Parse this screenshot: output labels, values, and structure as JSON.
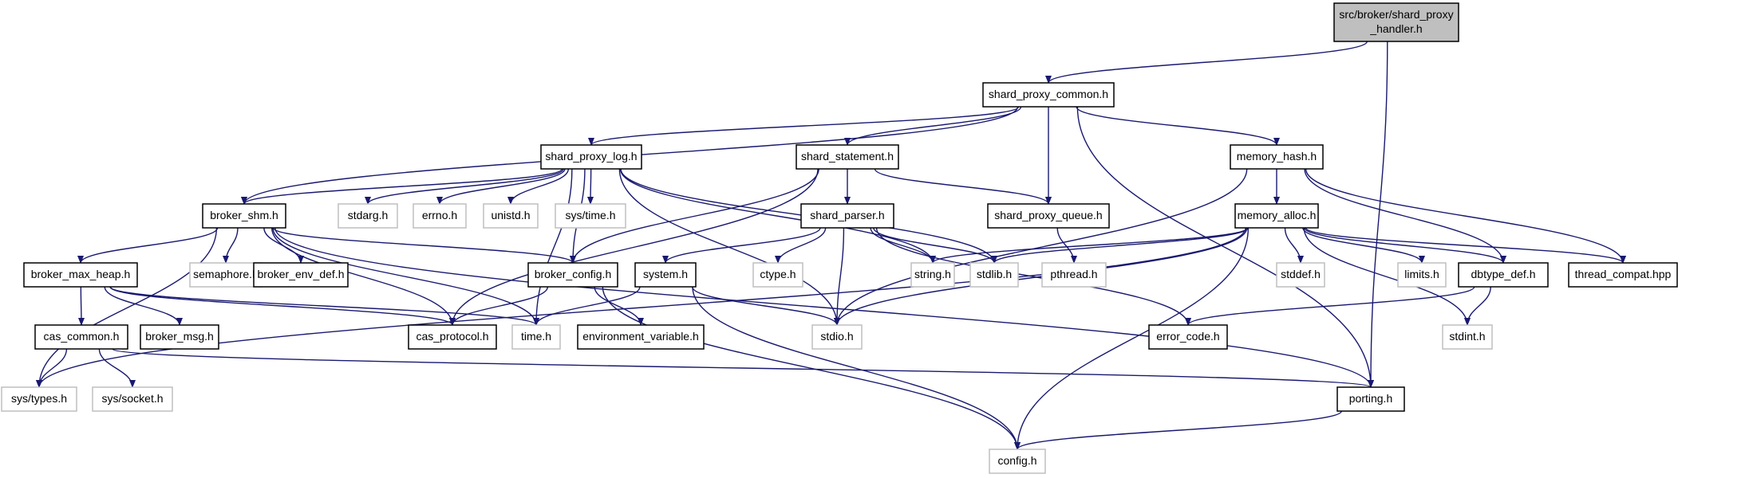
{
  "colors": {
    "edge": "#191970",
    "node_fill": "#ffffff",
    "node_stroke": "#000000",
    "system_node_stroke": "#bfbfbf",
    "root_fill": "#bfbfbf",
    "text": "#000000"
  },
  "nodes": [
    {
      "id": "root",
      "lines": [
        "src/broker/shard_proxy",
        "_handler.h"
      ],
      "kind": "root"
    },
    {
      "id": "shard_proxy_common",
      "lines": [
        "shard_proxy_common.h"
      ],
      "kind": "local"
    },
    {
      "id": "shard_proxy_log",
      "lines": [
        "shard_proxy_log.h"
      ],
      "kind": "local"
    },
    {
      "id": "shard_statement",
      "lines": [
        "shard_statement.h"
      ],
      "kind": "local"
    },
    {
      "id": "memory_hash",
      "lines": [
        "memory_hash.h"
      ],
      "kind": "local"
    },
    {
      "id": "broker_shm",
      "lines": [
        "broker_shm.h"
      ],
      "kind": "local"
    },
    {
      "id": "stdarg",
      "lines": [
        "stdarg.h"
      ],
      "kind": "system"
    },
    {
      "id": "errno",
      "lines": [
        "errno.h"
      ],
      "kind": "system"
    },
    {
      "id": "unistd",
      "lines": [
        "unistd.h"
      ],
      "kind": "system"
    },
    {
      "id": "sys_time",
      "lines": [
        "sys/time.h"
      ],
      "kind": "system"
    },
    {
      "id": "shard_parser",
      "lines": [
        "shard_parser.h"
      ],
      "kind": "local"
    },
    {
      "id": "shard_proxy_queue",
      "lines": [
        "shard_proxy_queue.h"
      ],
      "kind": "local"
    },
    {
      "id": "memory_alloc",
      "lines": [
        "memory_alloc.h"
      ],
      "kind": "local"
    },
    {
      "id": "broker_max_heap",
      "lines": [
        "broker_max_heap.h"
      ],
      "kind": "local"
    },
    {
      "id": "semaphore",
      "lines": [
        "semaphore.h"
      ],
      "kind": "system"
    },
    {
      "id": "broker_env_def",
      "lines": [
        "broker_env_def.h"
      ],
      "kind": "local"
    },
    {
      "id": "broker_config",
      "lines": [
        "broker_config.h"
      ],
      "kind": "local"
    },
    {
      "id": "system",
      "lines": [
        "system.h"
      ],
      "kind": "local"
    },
    {
      "id": "ctype",
      "lines": [
        "ctype.h"
      ],
      "kind": "system"
    },
    {
      "id": "string",
      "lines": [
        "string.h"
      ],
      "kind": "system"
    },
    {
      "id": "stdlib",
      "lines": [
        "stdlib.h"
      ],
      "kind": "system"
    },
    {
      "id": "pthread",
      "lines": [
        "pthread.h"
      ],
      "kind": "system"
    },
    {
      "id": "stddef",
      "lines": [
        "stddef.h"
      ],
      "kind": "system"
    },
    {
      "id": "limits",
      "lines": [
        "limits.h"
      ],
      "kind": "system"
    },
    {
      "id": "dbtype_def",
      "lines": [
        "dbtype_def.h"
      ],
      "kind": "local"
    },
    {
      "id": "thread_compat",
      "lines": [
        "thread_compat.hpp"
      ],
      "kind": "local"
    },
    {
      "id": "cas_common",
      "lines": [
        "cas_common.h"
      ],
      "kind": "local"
    },
    {
      "id": "broker_msg",
      "lines": [
        "broker_msg.h"
      ],
      "kind": "local"
    },
    {
      "id": "cas_protocol",
      "lines": [
        "cas_protocol.h"
      ],
      "kind": "local"
    },
    {
      "id": "time",
      "lines": [
        "time.h"
      ],
      "kind": "system"
    },
    {
      "id": "environment_variable",
      "lines": [
        "environment_variable.h"
      ],
      "kind": "local"
    },
    {
      "id": "stdio",
      "lines": [
        "stdio.h"
      ],
      "kind": "system"
    },
    {
      "id": "error_code",
      "lines": [
        "error_code.h"
      ],
      "kind": "local"
    },
    {
      "id": "stdint",
      "lines": [
        "stdint.h"
      ],
      "kind": "system"
    },
    {
      "id": "sys_types",
      "lines": [
        "sys/types.h"
      ],
      "kind": "system"
    },
    {
      "id": "sys_socket",
      "lines": [
        "sys/socket.h"
      ],
      "kind": "system"
    },
    {
      "id": "porting",
      "lines": [
        "porting.h"
      ],
      "kind": "local"
    },
    {
      "id": "config",
      "lines": [
        "config.h"
      ],
      "kind": "system"
    }
  ],
  "edges": [
    [
      "root",
      "shard_proxy_common"
    ],
    [
      "root",
      "porting"
    ],
    [
      "shard_proxy_common",
      "broker_shm"
    ],
    [
      "shard_proxy_common",
      "shard_proxy_log"
    ],
    [
      "shard_proxy_common",
      "shard_statement"
    ],
    [
      "shard_proxy_common",
      "shard_proxy_queue"
    ],
    [
      "shard_proxy_common",
      "memory_hash"
    ],
    [
      "shard_proxy_common",
      "porting"
    ],
    [
      "shard_proxy_log",
      "broker_shm"
    ],
    [
      "shard_proxy_log",
      "stdarg"
    ],
    [
      "shard_proxy_log",
      "errno"
    ],
    [
      "shard_proxy_log",
      "unistd"
    ],
    [
      "shard_proxy_log",
      "sys_time"
    ],
    [
      "shard_proxy_log",
      "broker_config"
    ],
    [
      "shard_proxy_log",
      "time"
    ],
    [
      "shard_proxy_log",
      "stdio"
    ],
    [
      "shard_proxy_log",
      "string"
    ],
    [
      "shard_proxy_log",
      "stdlib"
    ],
    [
      "shard_statement",
      "shard_parser"
    ],
    [
      "shard_statement",
      "shard_proxy_queue"
    ],
    [
      "shard_statement",
      "broker_config"
    ],
    [
      "shard_statement",
      "cas_protocol"
    ],
    [
      "memory_hash",
      "memory_alloc"
    ],
    [
      "memory_hash",
      "dbtype_def"
    ],
    [
      "memory_hash",
      "thread_compat"
    ],
    [
      "memory_hash",
      "stdio"
    ],
    [
      "broker_shm",
      "broker_max_heap"
    ],
    [
      "broker_shm",
      "semaphore"
    ],
    [
      "broker_shm",
      "broker_env_def"
    ],
    [
      "broker_shm",
      "broker_config"
    ],
    [
      "broker_shm",
      "cas_protocol"
    ],
    [
      "broker_shm",
      "time"
    ],
    [
      "broker_shm",
      "sys_types"
    ],
    [
      "broker_shm",
      "porting"
    ],
    [
      "shard_parser",
      "system"
    ],
    [
      "shard_parser",
      "ctype"
    ],
    [
      "shard_parser",
      "string"
    ],
    [
      "shard_parser",
      "stdlib"
    ],
    [
      "shard_parser",
      "stdio"
    ],
    [
      "shard_parser",
      "error_code"
    ],
    [
      "shard_proxy_queue",
      "pthread"
    ],
    [
      "memory_alloc",
      "string"
    ],
    [
      "memory_alloc",
      "stdlib"
    ],
    [
      "memory_alloc",
      "stddef"
    ],
    [
      "memory_alloc",
      "limits"
    ],
    [
      "memory_alloc",
      "dbtype_def"
    ],
    [
      "memory_alloc",
      "thread_compat"
    ],
    [
      "memory_alloc",
      "stdint"
    ],
    [
      "memory_alloc",
      "stdio"
    ],
    [
      "memory_alloc",
      "sys_types"
    ],
    [
      "memory_alloc",
      "config"
    ],
    [
      "broker_max_heap",
      "cas_common"
    ],
    [
      "broker_max_heap",
      "broker_msg"
    ],
    [
      "broker_max_heap",
      "cas_protocol"
    ],
    [
      "broker_max_heap",
      "time"
    ],
    [
      "broker_config",
      "cas_protocol"
    ],
    [
      "broker_config",
      "environment_variable"
    ],
    [
      "broker_config",
      "config"
    ],
    [
      "system",
      "time"
    ],
    [
      "system",
      "stdio"
    ],
    [
      "system",
      "config"
    ],
    [
      "dbtype_def",
      "error_code"
    ],
    [
      "dbtype_def",
      "stdint"
    ],
    [
      "cas_common",
      "sys_types"
    ],
    [
      "cas_common",
      "sys_socket"
    ],
    [
      "cas_common",
      "porting"
    ],
    [
      "porting",
      "config"
    ]
  ]
}
